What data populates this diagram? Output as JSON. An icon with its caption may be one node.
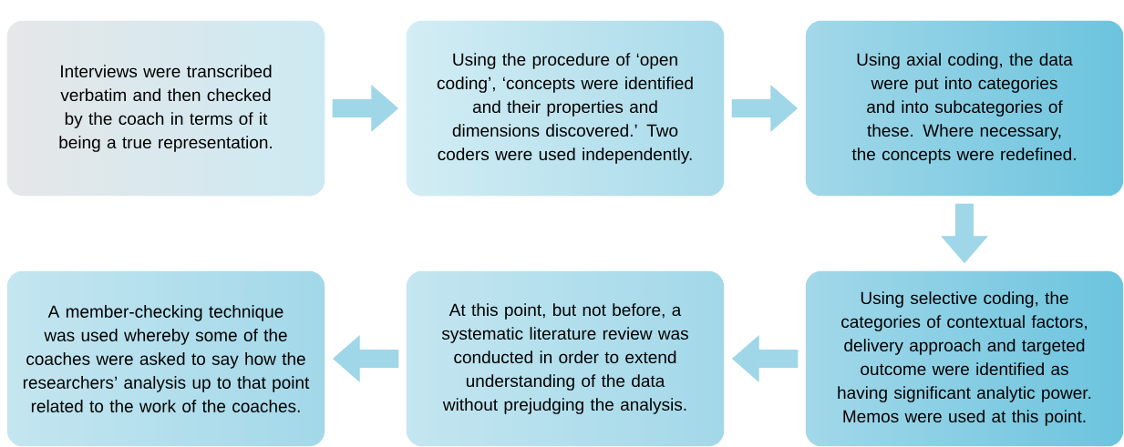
{
  "diagram": {
    "nodes": [
      {
        "text": [
          "Interviews were transcribed verbatim and then checked by the coach in terms of it being a true representation."
        ]
      },
      {
        "text": [
          "Using the procedure of ‘open coding’, ‘concepts were identified and their properties and dimensions discovered.’ Two coders were used independently."
        ]
      },
      {
        "text": [
          "Using axial coding, the data were put into categories and into subcategories of these. Where necessary, the concepts were redefined."
        ]
      },
      {
        "text": [
          "A member-checking technique was used whereby some of the coaches were asked to say how the researchers’ analysis up to that point related to the work of the coaches."
        ]
      },
      {
        "text": [
          "At this point, but not before, a systematic literature review was conducted in order to extend understanding of the data without prejudging the analysis."
        ]
      },
      {
        "text": [
          "Using selective coding, the categories of contextual factors, delivery approach and targeted outcome were identified as having significant analytic power. Memos were used at this point."
        ]
      }
    ],
    "edges": [
      {
        "from": 0,
        "to": 1,
        "arrow": "to"
      },
      {
        "from": 1,
        "to": 2,
        "arrow": "to"
      },
      {
        "from": 2,
        "to": 5,
        "arrow": "to"
      },
      {
        "from": 5,
        "to": 4,
        "arrow": "to"
      },
      {
        "from": 4,
        "to": 3,
        "arrow": "to"
      }
    ]
  }
}
